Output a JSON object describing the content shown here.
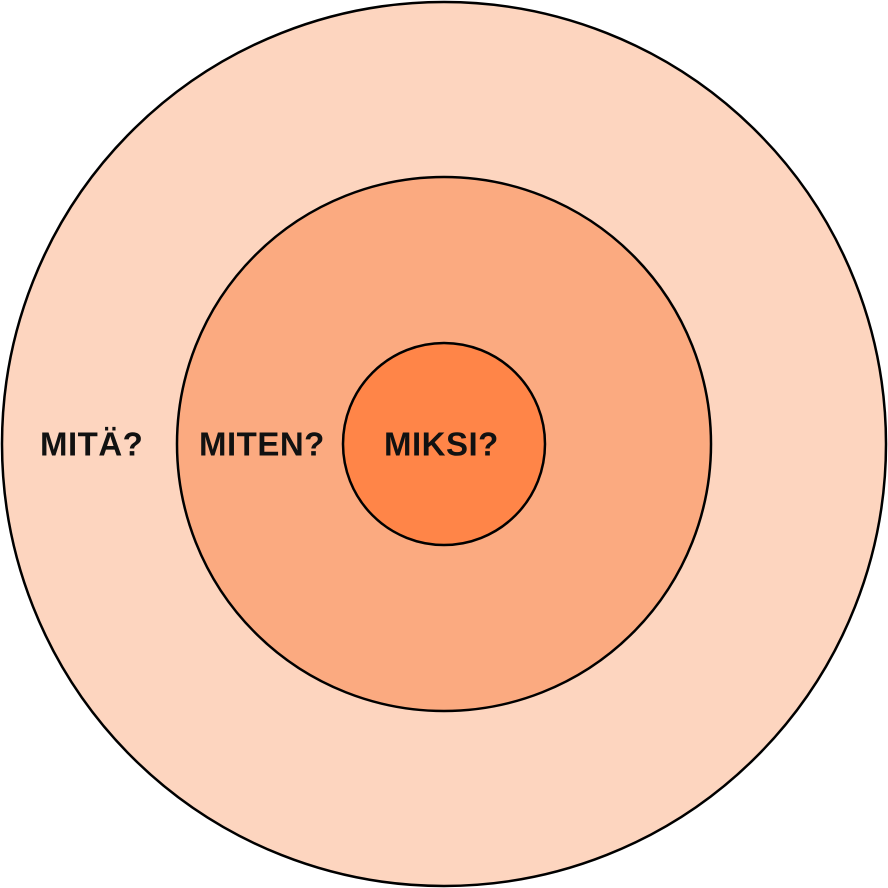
{
  "diagram": {
    "title": "Golden circle",
    "rings": [
      {
        "label": "MITÄ?",
        "color": "#FDD5BF"
      },
      {
        "label": "MITEN?",
        "color": "#FBAA80"
      },
      {
        "label": "MIKSI?",
        "color": "#FF8548"
      }
    ],
    "stroke_color": "#000000"
  }
}
